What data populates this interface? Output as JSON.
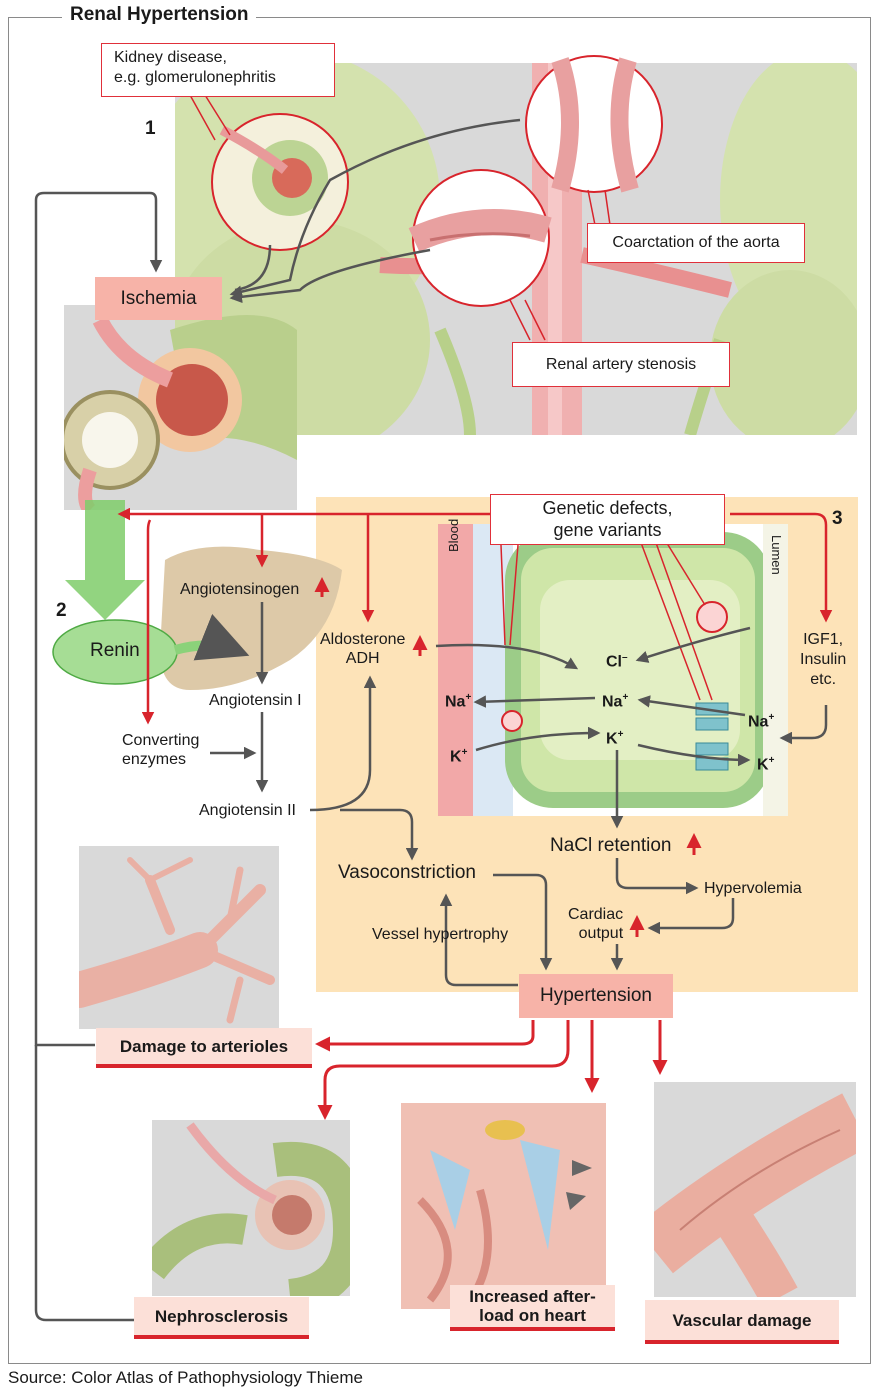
{
  "title": "Renal Hypertension",
  "source": "Source: Color Atlas of Pathophysiology Thieme",
  "panel_numbers": [
    "1",
    "2",
    "3"
  ],
  "callouts": {
    "kidney_disease": "Kidney disease,\ne.g. glomerulonephritis",
    "coarctation": "Coarctation of the aorta",
    "renal_artery_stenosis": "Renal artery stenosis",
    "genetic_defects": "Genetic defects,\ngene variants"
  },
  "nodes": {
    "ischemia": "Ischemia",
    "renin": "Renin",
    "angiotensinogen": "Angiotensinogen",
    "angiotensin_1": "Angiotensin I",
    "angiotensin_2": "Angiotensin II",
    "converting_enzymes": "Converting\nenzymes",
    "aldosterone_adh": "Aldosterone\nADH",
    "vasoconstriction": "Vasoconstriction",
    "vessel_hypertrophy": "Vessel hypertrophy",
    "nacl_retention": "NaCl retention",
    "hypervolemia": "Hypervolemia",
    "cardiac_output": "Cardiac\noutput",
    "hypertension": "Hypertension",
    "igf1": "IGF1,\nInsulin\netc."
  },
  "cell": {
    "blood": "Blood",
    "lumen": "Lumen",
    "cl": "Cl",
    "na": "Na",
    "k": "K",
    "minus": "–",
    "plus": "+"
  },
  "outcomes": {
    "damage_arterioles": "Damage to arterioles",
    "nephrosclerosis": "Nephrosclerosis",
    "afterload": "Increased after-\nload on heart",
    "vascular_damage": "Vascular damage"
  },
  "colors": {
    "red_arrow": "#d8242c",
    "gray_arrow": "#555555",
    "peach_panel": "#fde3b8",
    "pink_box": "#f7b3a8",
    "green": "#cfe0a0"
  }
}
